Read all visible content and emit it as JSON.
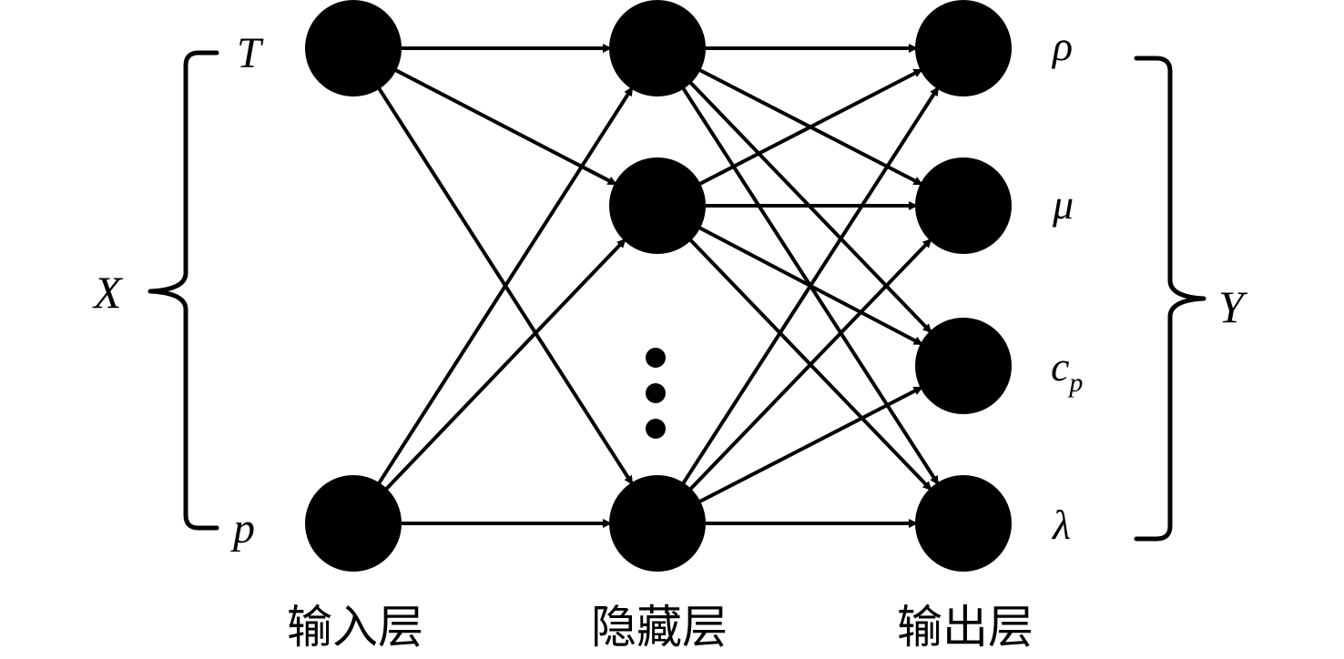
{
  "inputs": {
    "group_label": "X",
    "nodes": [
      {
        "id": "T",
        "label": "T"
      },
      {
        "id": "p",
        "label": "p"
      }
    ]
  },
  "hidden": {
    "nodes": [
      {
        "id": "h1"
      },
      {
        "id": "h2"
      },
      {
        "id": "hn"
      }
    ],
    "ellipsis_dots": 3
  },
  "outputs": {
    "group_label": "Y",
    "nodes": [
      {
        "id": "rho",
        "label": "ρ"
      },
      {
        "id": "mu",
        "label": "μ"
      },
      {
        "id": "cp",
        "label": "c",
        "subscript": "p"
      },
      {
        "id": "lambda",
        "label": "λ"
      }
    ]
  },
  "layers": {
    "input_label": "输入层",
    "hidden_label": "隐藏层",
    "output_label": "输出层"
  },
  "colors": {
    "node": "#000000",
    "edge": "#000000",
    "background": "#ffffff"
  }
}
